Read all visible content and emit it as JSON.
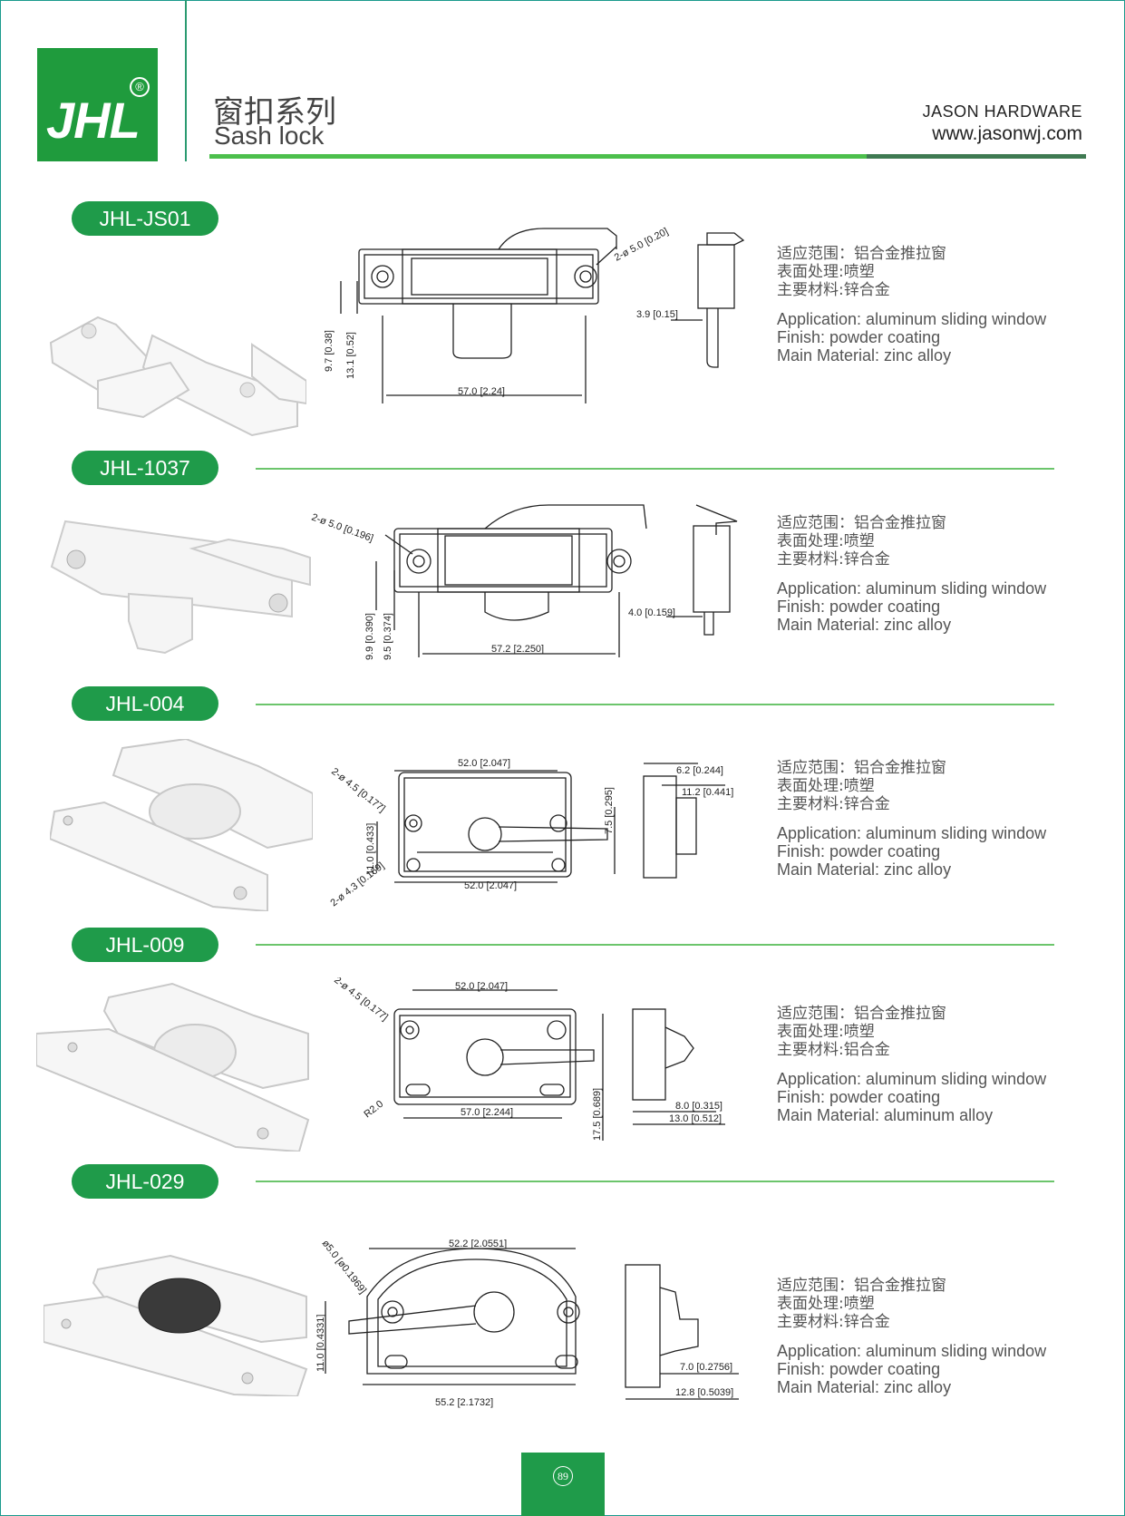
{
  "header": {
    "logo_text": "JHL",
    "logo_mark": "®",
    "title_cn": "窗扣系列",
    "title_en": "Sash lock",
    "brand_name": "JASON HARDWARE",
    "brand_url": "www.jasonwj.com"
  },
  "products": [
    {
      "model": "JHL-JS01",
      "spec_cn": [
        "适应范围：铝合金推拉窗",
        "表面处理:喷塑",
        "主要材料:锌合金"
      ],
      "spec_en": [
        "Application: aluminum sliding window",
        "Finish: powder coating",
        "Main Material: zinc alloy"
      ],
      "dims": [
        "2-ø 5.0 [0.20]",
        "9.7 [0.38]",
        "13.1 [0.52]",
        "57.0 [2.24]",
        "3.9 [0.15]"
      ]
    },
    {
      "model": "JHL-1037",
      "spec_cn": [
        "适应范围：铝合金推拉窗",
        "表面处理:喷塑",
        "主要材料:锌合金"
      ],
      "spec_en": [
        "Application: aluminum sliding window",
        "Finish: powder coating",
        "Main Material: zinc alloy"
      ],
      "dims": [
        "2-ø 5.0 [0.196]",
        "9.9 [0.390]",
        "9.5 [0.374]",
        "57.2 [2.250]",
        "4.0 [0.159]"
      ]
    },
    {
      "model": "JHL-004",
      "spec_cn": [
        "适应范围：铝合金推拉窗",
        "表面处理:喷塑",
        "主要材料:锌合金"
      ],
      "spec_en": [
        "Application: aluminum sliding window",
        "Finish: powder coating",
        "Main Material: zinc alloy"
      ],
      "dims": [
        "52.0 [2.047]",
        "2-ø 4.5 [0.177]",
        "11.0 [0.433]",
        "7.5 [0.295]",
        "2-ø 4.3 [0.169]",
        "52.0 [2.047]",
        "6.2 [0.244]",
        "11.2 [0.441]"
      ]
    },
    {
      "model": "JHL-009",
      "spec_cn": [
        "适应范围：铝合金推拉窗",
        "表面处理:喷塑",
        "主要材料:铝合金"
      ],
      "spec_en": [
        "Application: aluminum sliding window",
        "Finish: powder coating",
        "Main Material: aluminum alloy"
      ],
      "dims": [
        "52.0 [2.047]",
        "2-ø 4.5 [0.177]",
        "R2.0",
        "57.0 [2.244]",
        "17.5 [0.689]",
        "8.0 [0.315]",
        "13.0 [0.512]"
      ]
    },
    {
      "model": "JHL-029",
      "spec_cn": [
        "适应范围：铝合金推拉窗",
        "表面处理:喷塑",
        "主要材料:锌合金"
      ],
      "spec_en": [
        "Application: aluminum sliding window",
        "Finish: powder coating",
        "Main Material: zinc alloy"
      ],
      "dims": [
        "52.2 [2.0551]",
        "ø5.0 [ø0.1969]",
        "11.0 [0.4331]",
        "55.2 [2.1732]",
        "7.0 [0.2756]",
        "12.8 [0.5039]"
      ]
    }
  ],
  "footer": {
    "page_number": "89"
  },
  "colors": {
    "brand_green": "#1f9b3d",
    "pill_green": "#1f9b4a",
    "rule_green": "#6cc56c"
  }
}
